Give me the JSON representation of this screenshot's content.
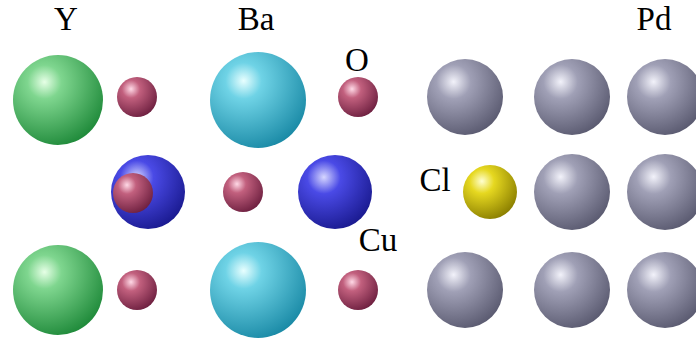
{
  "diagram": {
    "labels": [
      "Y",
      "Ba",
      "O",
      "Cu",
      "Cl",
      "Pd"
    ]
  }
}
